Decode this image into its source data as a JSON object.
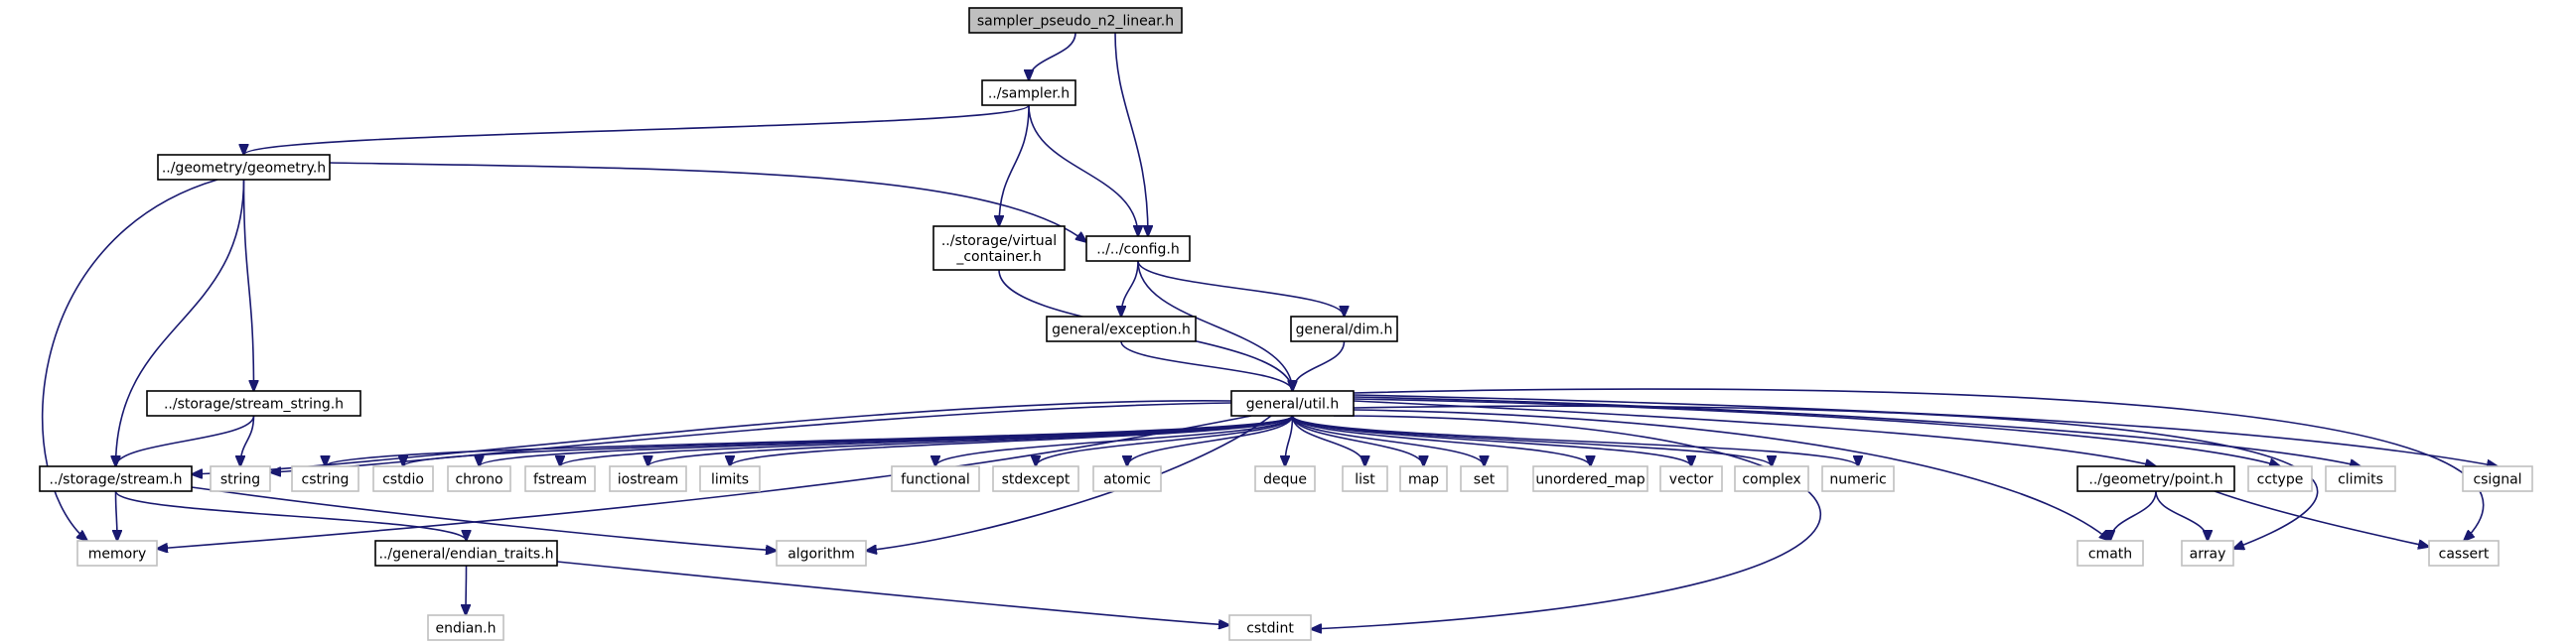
{
  "diagram": {
    "type": "include-dependency-graph",
    "colors": {
      "edge": "#191970",
      "root_fill": "#bfbfbf",
      "node_border": "#000000",
      "external_border": "#bfbfbf"
    },
    "nodes": [
      {
        "id": "root",
        "label": "sampler_pseudo_n2_linear.h",
        "kind": "root"
      },
      {
        "id": "sampler",
        "label": "../sampler.h",
        "kind": "local"
      },
      {
        "id": "geometry",
        "label": "../geometry/geometry.h",
        "kind": "local"
      },
      {
        "id": "config",
        "label": "../../config.h",
        "kind": "local"
      },
      {
        "id": "virtual_container",
        "label": "../storage/virtual\n_container.h",
        "kind": "local"
      },
      {
        "id": "exception",
        "label": "general/exception.h",
        "kind": "local"
      },
      {
        "id": "dim",
        "label": "general/dim.h",
        "kind": "local"
      },
      {
        "id": "stream_string",
        "label": "../storage/stream_string.h",
        "kind": "local"
      },
      {
        "id": "util",
        "label": "general/util.h",
        "kind": "local"
      },
      {
        "id": "stream",
        "label": "../storage/stream.h",
        "kind": "local"
      },
      {
        "id": "string",
        "label": "string",
        "kind": "system"
      },
      {
        "id": "cstring",
        "label": "cstring",
        "kind": "system"
      },
      {
        "id": "cstdio",
        "label": "cstdio",
        "kind": "system"
      },
      {
        "id": "chrono",
        "label": "chrono",
        "kind": "system"
      },
      {
        "id": "fstream",
        "label": "fstream",
        "kind": "system"
      },
      {
        "id": "iostream",
        "label": "iostream",
        "kind": "system"
      },
      {
        "id": "limits",
        "label": "limits",
        "kind": "system"
      },
      {
        "id": "functional",
        "label": "functional",
        "kind": "system"
      },
      {
        "id": "stdexcept",
        "label": "stdexcept",
        "kind": "system"
      },
      {
        "id": "atomic",
        "label": "atomic",
        "kind": "system"
      },
      {
        "id": "deque",
        "label": "deque",
        "kind": "system"
      },
      {
        "id": "list",
        "label": "list",
        "kind": "system"
      },
      {
        "id": "map",
        "label": "map",
        "kind": "system"
      },
      {
        "id": "set",
        "label": "set",
        "kind": "system"
      },
      {
        "id": "unordered_map",
        "label": "unordered_map",
        "kind": "system"
      },
      {
        "id": "vector",
        "label": "vector",
        "kind": "system"
      },
      {
        "id": "complex",
        "label": "complex",
        "kind": "system"
      },
      {
        "id": "numeric",
        "label": "numeric",
        "kind": "system"
      },
      {
        "id": "point",
        "label": "../geometry/point.h",
        "kind": "local"
      },
      {
        "id": "cctype",
        "label": "cctype",
        "kind": "system"
      },
      {
        "id": "climits",
        "label": "climits",
        "kind": "system"
      },
      {
        "id": "csignal",
        "label": "csignal",
        "kind": "system"
      },
      {
        "id": "memory",
        "label": "memory",
        "kind": "system"
      },
      {
        "id": "endian_traits",
        "label": "../general/endian_traits.h",
        "kind": "local"
      },
      {
        "id": "algorithm",
        "label": "algorithm",
        "kind": "system"
      },
      {
        "id": "cmath",
        "label": "cmath",
        "kind": "system"
      },
      {
        "id": "array",
        "label": "array",
        "kind": "system"
      },
      {
        "id": "cassert",
        "label": "cassert",
        "kind": "system"
      },
      {
        "id": "endian_h",
        "label": "endian.h",
        "kind": "system"
      },
      {
        "id": "cstdint",
        "label": "cstdint",
        "kind": "system"
      }
    ],
    "edges": [
      [
        "root",
        "sampler"
      ],
      [
        "root",
        "config"
      ],
      [
        "sampler",
        "geometry"
      ],
      [
        "sampler",
        "config"
      ],
      [
        "sampler",
        "virtual_container"
      ],
      [
        "geometry",
        "config"
      ],
      [
        "geometry",
        "memory"
      ],
      [
        "geometry",
        "stream"
      ],
      [
        "geometry",
        "stream_string"
      ],
      [
        "config",
        "exception"
      ],
      [
        "config",
        "dim"
      ],
      [
        "config",
        "util"
      ],
      [
        "virtual_container",
        "util"
      ],
      [
        "exception",
        "util"
      ],
      [
        "dim",
        "util"
      ],
      [
        "stream_string",
        "stream"
      ],
      [
        "stream_string",
        "string"
      ],
      [
        "stream",
        "memory"
      ],
      [
        "stream",
        "endian_traits"
      ],
      [
        "stream",
        "algorithm"
      ],
      [
        "util",
        "stream"
      ],
      [
        "util",
        "string"
      ],
      [
        "util",
        "cstring"
      ],
      [
        "util",
        "cstdio"
      ],
      [
        "util",
        "chrono"
      ],
      [
        "util",
        "fstream"
      ],
      [
        "util",
        "iostream"
      ],
      [
        "util",
        "limits"
      ],
      [
        "util",
        "functional"
      ],
      [
        "util",
        "stdexcept"
      ],
      [
        "util",
        "atomic"
      ],
      [
        "util",
        "deque"
      ],
      [
        "util",
        "list"
      ],
      [
        "util",
        "map"
      ],
      [
        "util",
        "set"
      ],
      [
        "util",
        "unordered_map"
      ],
      [
        "util",
        "vector"
      ],
      [
        "util",
        "complex"
      ],
      [
        "util",
        "numeric"
      ],
      [
        "util",
        "point"
      ],
      [
        "util",
        "cctype"
      ],
      [
        "util",
        "climits"
      ],
      [
        "util",
        "csignal"
      ],
      [
        "util",
        "memory"
      ],
      [
        "util",
        "algorithm"
      ],
      [
        "util",
        "cmath"
      ],
      [
        "util",
        "array"
      ],
      [
        "util",
        "cassert"
      ],
      [
        "util",
        "cstdint"
      ],
      [
        "endian_traits",
        "endian_h"
      ],
      [
        "endian_traits",
        "cstdint"
      ],
      [
        "point",
        "cmath"
      ],
      [
        "point",
        "array"
      ],
      [
        "point",
        "cassert"
      ]
    ]
  }
}
